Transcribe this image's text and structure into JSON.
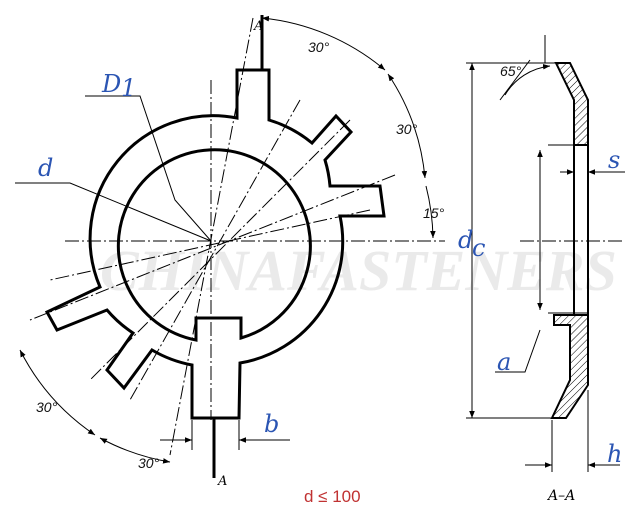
{
  "colors": {
    "line": "#000000",
    "label": "#2b55b3",
    "condition": "#c03232",
    "watermark": "#d9d9d9"
  },
  "labels": {
    "D1": "D",
    "D1_sub": "1",
    "d": "d",
    "dc": "d",
    "dc_sub": "c",
    "a": "a",
    "b": "b",
    "s": "s",
    "h": "h"
  },
  "angles": {
    "top_30": "30°",
    "right_30": "30°",
    "right_15": "15°",
    "left_30": "30°",
    "bottom_30": "30°",
    "cone_65": "65°"
  },
  "section_marks": {
    "top": "A",
    "bottom": "A",
    "section_title": "A–A"
  },
  "condition": "d ≤ 100",
  "watermark": "CHINAFASTENERS"
}
